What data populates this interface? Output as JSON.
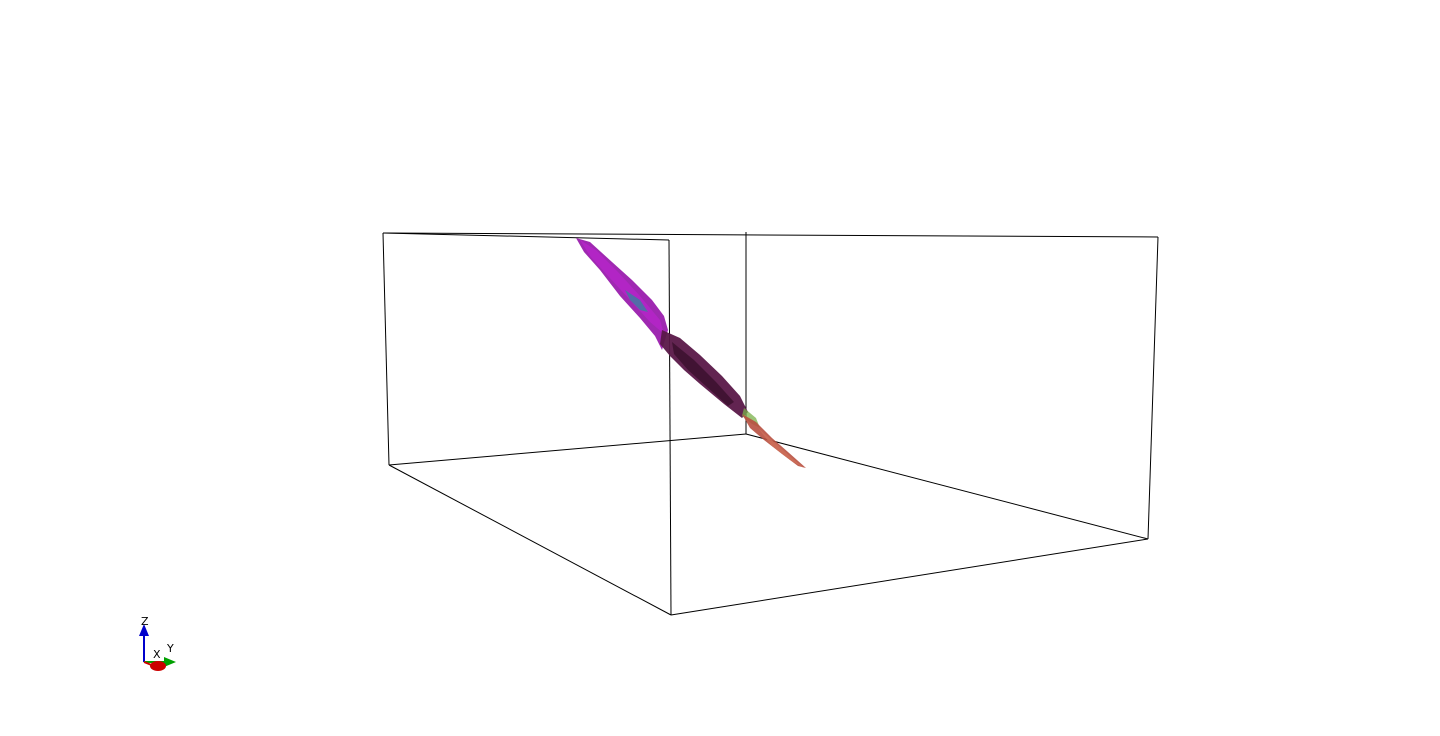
{
  "viewport": {
    "background": "#ffffff"
  },
  "scene": {
    "bounding_box": {
      "edge_color": "#000000"
    },
    "fault_surface": {
      "colors": [
        "#8a1c9c",
        "#a21eb8",
        "#5a1848",
        "#6e1e3c",
        "#c0584a",
        "#2a8a9a",
        "#7ab04a"
      ]
    }
  },
  "orientation_axes": {
    "x_label": "X",
    "y_label": "Y",
    "z_label": "Z",
    "x_color": "#cc0000",
    "y_color": "#00a000",
    "z_color": "#0000cc"
  }
}
